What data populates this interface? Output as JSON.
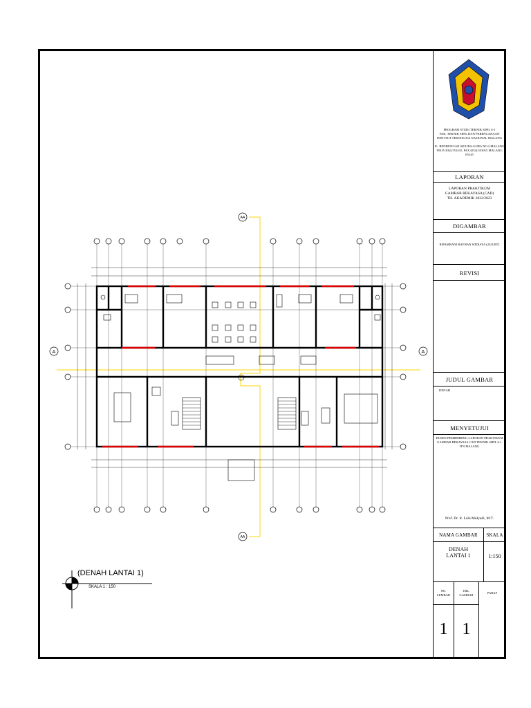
{
  "title_block": {
    "institution": [
      "PROGRAM STUDI TEKNIK SIPIL S-1",
      "FAK. TEKNIK SIPIL DAN PERENCANAAN",
      "INSTITUT TEKNOLOGI NASIONAL MALANG"
    ],
    "address": [
      "JL. BENDUNGAN SIGURA-GURA NO.2 MALANG",
      "TELP (034) 551431, FAX (034) 553015 MALANG 65145"
    ],
    "laporan_label": "LAPORAN",
    "laporan_text": [
      "LAPORAN PRAKTIKUM",
      "GAMBAR REKAYASA (CAD)",
      "TH. AKADEMIK 2022/2023"
    ],
    "digambar_label": "DIGAMBAR",
    "digambar_name": "RIFAMBANI RAYHAN WIDIAYA (2321087)",
    "revisi_label": "REVISI",
    "judul_label": "JUDUL GAMBAR",
    "judul_value": "DENAH",
    "menyetujui_label": "MENYETUJUI",
    "menyetujui_text": [
      "DOSEN PEMBIMBING LAPORAN PRAKTIKUM",
      "GAMBAR REKAYASA CAD TEKNIK SIPIL S-1",
      "ITN MALANG"
    ],
    "approver": "Prof. Dr. Ir. Lalu Mulyadi, M.T.",
    "nama_gambar_label": "NAMA GAMBAR",
    "skala_label": "SKALA",
    "nama_gambar_value": [
      "DENAH",
      "LANTAI 1"
    ],
    "skala_value": "1:150",
    "no_lembar_label": [
      "NO.",
      "LEMBAR"
    ],
    "jml_gambar_label": [
      "JML.",
      "GAMBAR"
    ],
    "paraf_label": "PARAF",
    "no_lembar_value": "1",
    "jml_gambar_value": "1"
  },
  "drawing": {
    "title": "(DENAH LANTAI 1)",
    "scale": "SKALA 1 : 150",
    "section_marks": [
      "A",
      "A"
    ],
    "top_mark": "AA",
    "bottom_mark": "AA"
  },
  "colors": {
    "wall": "#000000",
    "window": "#e00000",
    "section_line": "#ffd400",
    "logo_blue": "#1f4fa8",
    "logo_yellow": "#f3c200",
    "logo_red": "#c8102e"
  }
}
